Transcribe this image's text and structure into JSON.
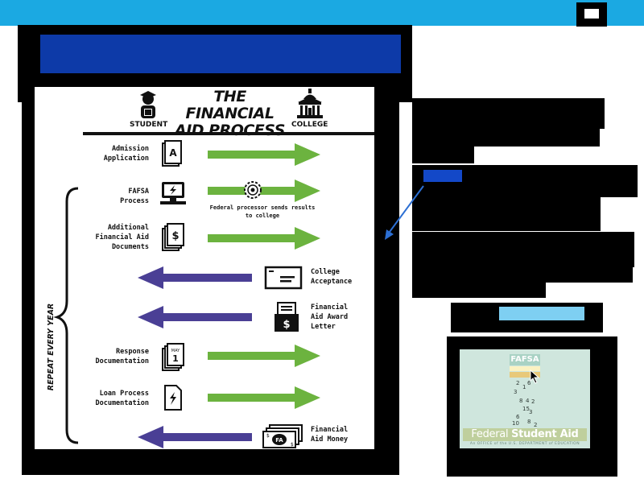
{
  "colors": {
    "top_bar": "#1ba9e2",
    "title_bar": "#0d3aa8",
    "green_arrow": "#6cb33f",
    "purple_arrow": "#4a3f95",
    "pointer": "#2c6fd3"
  },
  "panel": {
    "title": "THE FINANCIAL AID PROCESS",
    "student_label": "STUDENT",
    "college_label": "COLLEGE",
    "repeat_label": "REPEAT EVERY YEAR",
    "federal_note": "Federal processor sends results to college",
    "rows": [
      {
        "label": "Admission\nApplication",
        "direction": "to-college",
        "icon": "application-document-icon"
      },
      {
        "label": "FAFSA\nProcess",
        "direction": "to-college",
        "icon": "computer-icon"
      },
      {
        "label": "Additional\nFinancial Aid\nDocuments",
        "direction": "to-college",
        "icon": "money-documents-icon"
      },
      {
        "label": "College\nAcceptance",
        "direction": "to-student",
        "icon": "envelope-icon"
      },
      {
        "label": "Financial\nAid Award\nLetter",
        "direction": "to-student",
        "icon": "award-letter-icon"
      },
      {
        "label": "Response\nDocumentation",
        "direction": "to-college",
        "icon": "calendar-document-icon"
      },
      {
        "label": "Loan Process\nDocumentation",
        "direction": "to-college",
        "icon": "signed-document-icon"
      },
      {
        "label": "Financial\nAid Money",
        "direction": "to-student",
        "icon": "cash-icon"
      }
    ]
  },
  "video": {
    "fafsa_label": "FAFSA",
    "brand_prefix": "Federal ",
    "brand_bold": "Student Aid",
    "brand_sub": "An OFFICE of the U.S. DEPARTMENT of EDUCATION",
    "numbers": [
      "2",
      "1",
      "6",
      "3",
      "8",
      "4",
      "2",
      "15",
      "3",
      "6",
      "8",
      "10",
      "2"
    ]
  }
}
